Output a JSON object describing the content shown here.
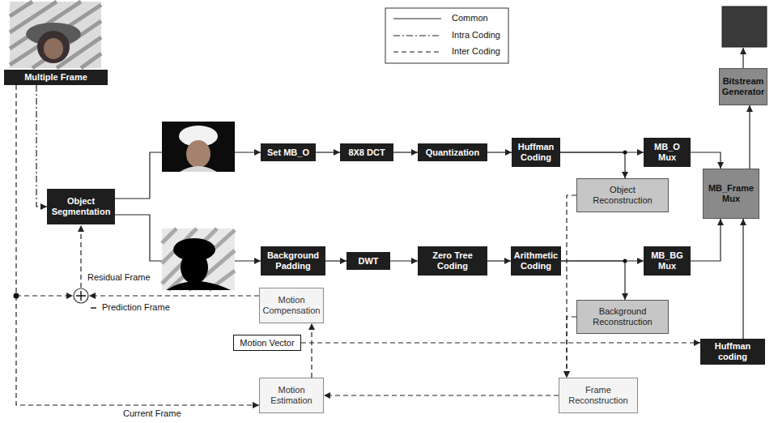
{
  "diagram": {
    "nodes": [
      {
        "text": [
          "Multiple Frame"
        ]
      },
      {
        "text": [
          "Object Segmentation"
        ]
      },
      {
        "text": [
          "Set MB_O"
        ]
      },
      {
        "text": [
          "8X8 DCT"
        ]
      },
      {
        "text": [
          "Quantization"
        ]
      },
      {
        "text": [
          "Huffman Coding"
        ]
      },
      {
        "text": [
          "MB_O Mux"
        ]
      },
      {
        "text": [
          "Object Reconstruction"
        ]
      },
      {
        "text": [
          "MB_Frame Mux"
        ]
      },
      {
        "text": [
          "Bitstream Generator"
        ]
      },
      {
        "text": [
          "Background Padding"
        ]
      },
      {
        "text": [
          "DWT"
        ]
      },
      {
        "text": [
          "Zero Tree Coding"
        ]
      },
      {
        "text": [
          "Arithmetic Coding"
        ]
      },
      {
        "text": [
          "MB_BG Mux"
        ]
      },
      {
        "text": [
          "Background Reconstruction"
        ]
      },
      {
        "text": [
          "Motion Compensation"
        ]
      },
      {
        "text": [
          "Motion Vector"
        ]
      },
      {
        "text": [
          "Huffman coding"
        ]
      },
      {
        "text": [
          "Motion Estimation"
        ]
      },
      {
        "text": [
          "Frame Reconstruction"
        ]
      }
    ],
    "edges": [
      {
        "from": 0,
        "to": 1,
        "arrow": "to"
      },
      {
        "from": 1,
        "to": 2,
        "arrow": "to"
      },
      {
        "from": 1,
        "to": 10,
        "arrow": "to"
      },
      {
        "from": 2,
        "to": 3,
        "arrow": "to"
      },
      {
        "from": 3,
        "to": 4,
        "arrow": "to"
      },
      {
        "from": 4,
        "to": 5,
        "arrow": "to"
      },
      {
        "from": 5,
        "to": 6,
        "arrow": "to"
      },
      {
        "from": 5,
        "to": 7,
        "arrow": "to"
      },
      {
        "from": 6,
        "to": 8,
        "arrow": "to"
      },
      {
        "from": 8,
        "to": 9,
        "arrow": "to"
      },
      {
        "from": 10,
        "to": 11,
        "arrow": "to"
      },
      {
        "from": 11,
        "to": 12,
        "arrow": "to"
      },
      {
        "from": 12,
        "to": 13,
        "arrow": "to"
      },
      {
        "from": 13,
        "to": 14,
        "arrow": "to"
      },
      {
        "from": 13,
        "to": 15,
        "arrow": "to"
      },
      {
        "from": 14,
        "to": 8,
        "arrow": "to"
      },
      {
        "from": 18,
        "to": 8,
        "arrow": "to"
      },
      {
        "from": 7,
        "to": 20,
        "arrow": "to"
      },
      {
        "from": 15,
        "to": 20,
        "arrow": "to"
      },
      {
        "from": 20,
        "to": 19,
        "arrow": "to"
      },
      {
        "from": 19,
        "to": 16,
        "arrow": "to"
      },
      {
        "from": 17,
        "to": 18,
        "arrow": "to"
      },
      {
        "from": 0,
        "to": 19,
        "label": "Current Frame",
        "arrow": "to"
      }
    ],
    "labels": [
      "Residual Frame",
      "Prediction Frame"
    ],
    "legend": [
      {
        "text": "Common"
      },
      {
        "text": "Intra Coding"
      },
      {
        "text": "Inter Coding"
      }
    ]
  }
}
